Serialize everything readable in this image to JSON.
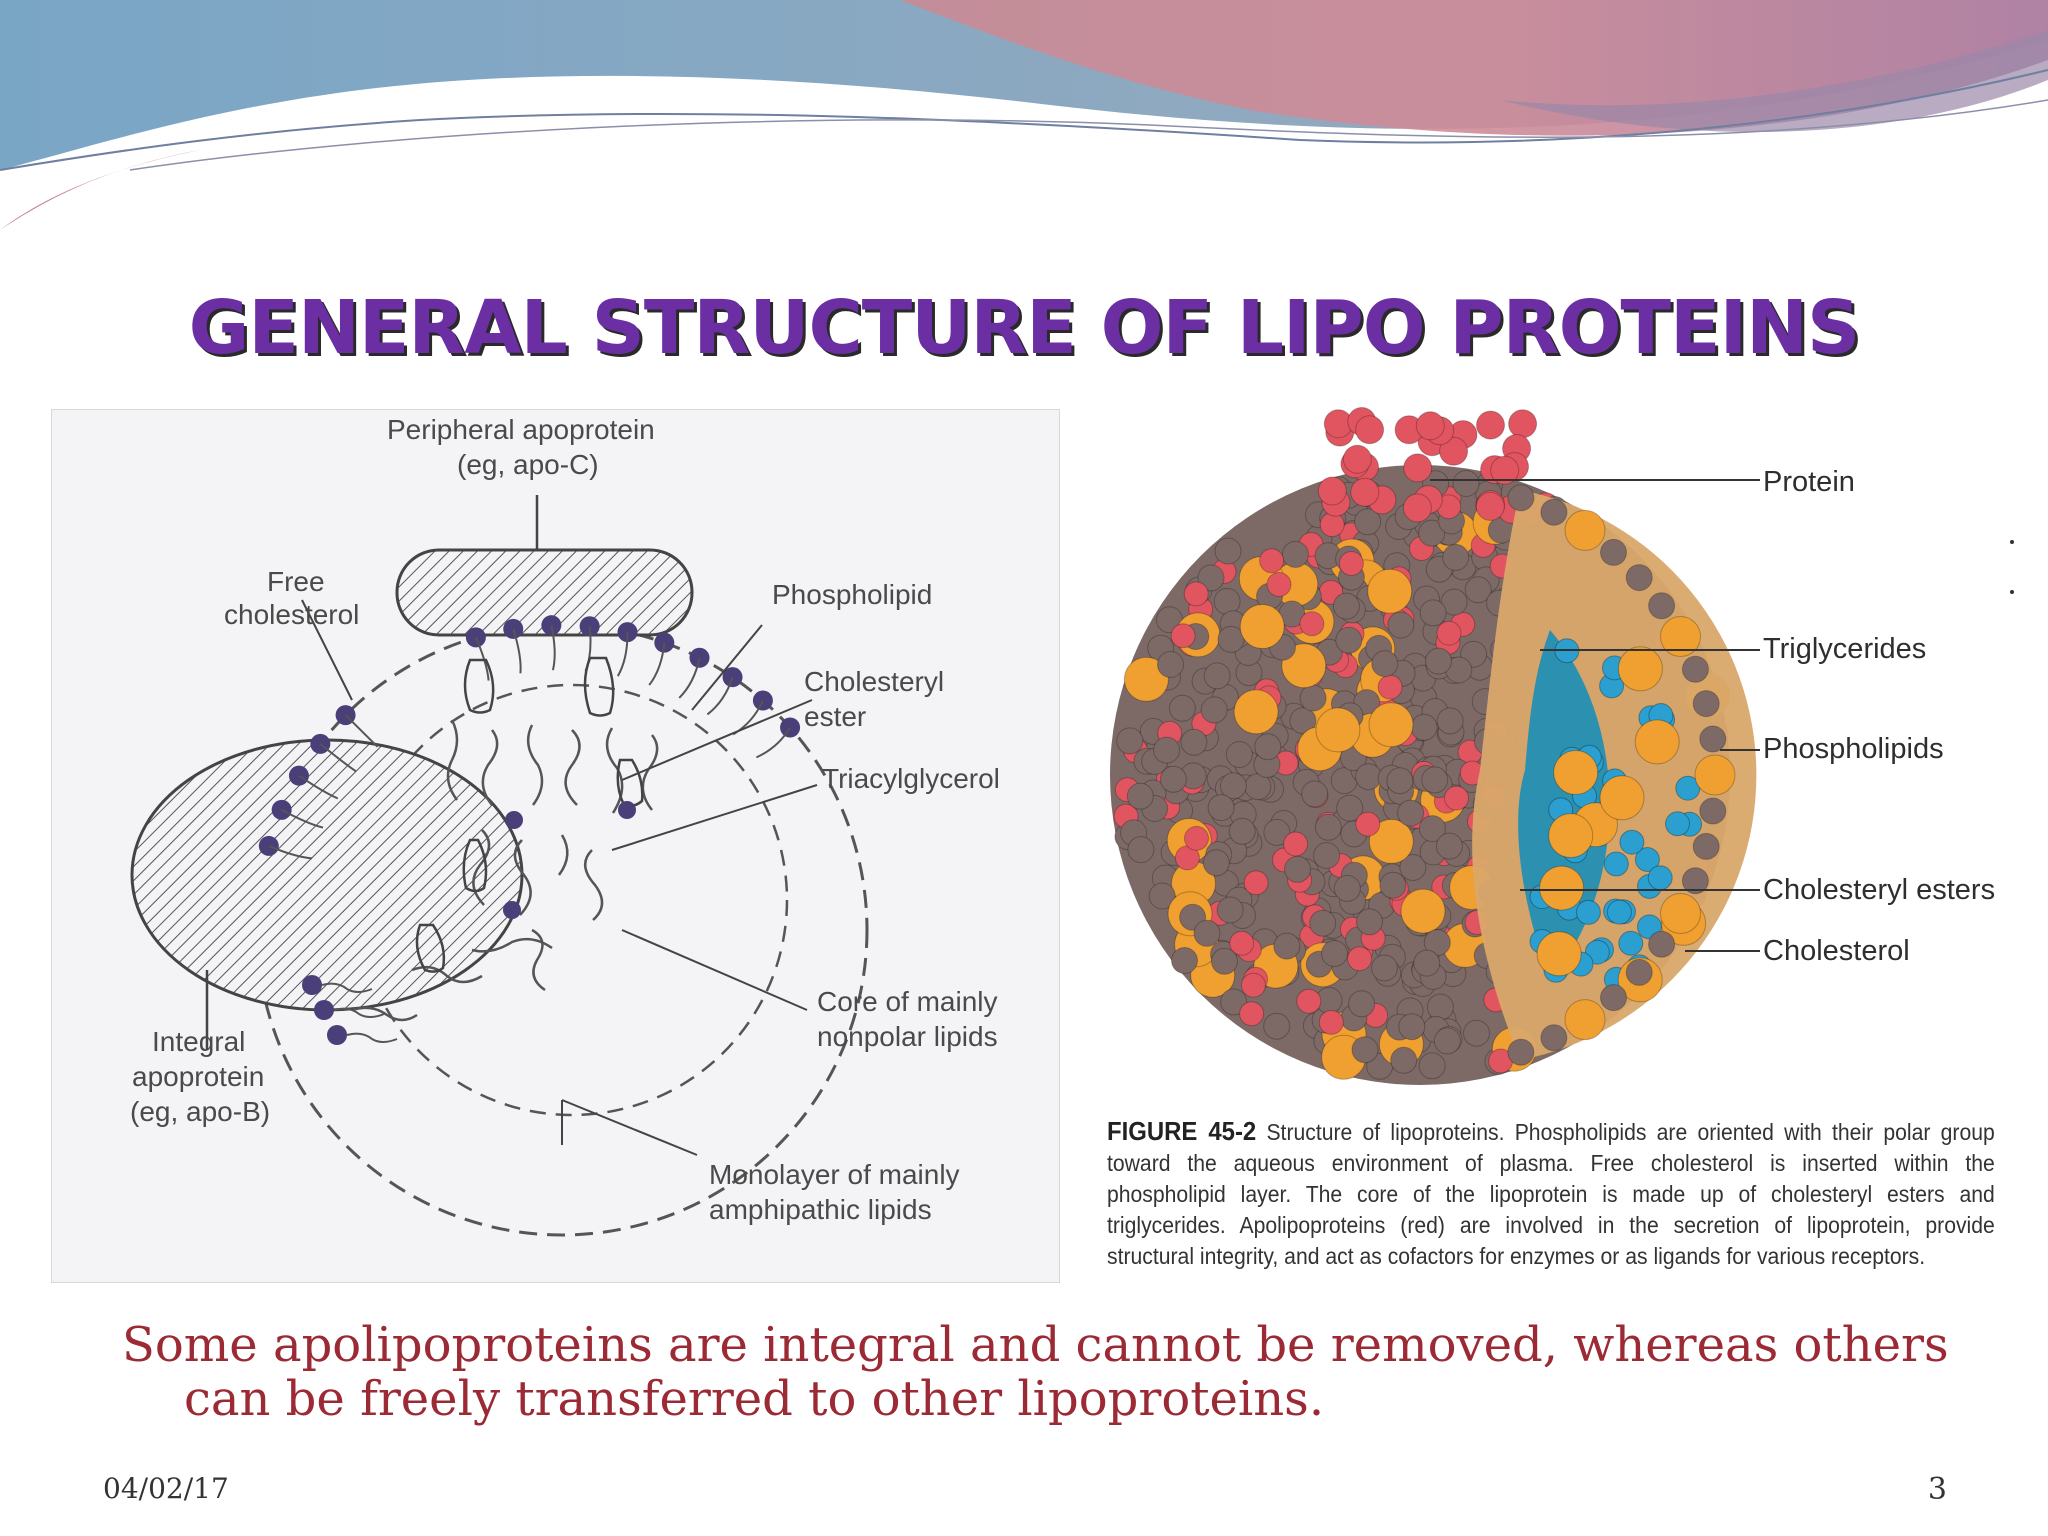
{
  "title": "GENERAL STRUCTURE OF LIPO PROTEINS",
  "left_diagram": {
    "labels": {
      "peripheral": [
        "Peripheral apoprotein",
        "(eg, apo-C)"
      ],
      "free_cholesterol": [
        "Free",
        "cholesterol"
      ],
      "phospholipid": "Phospholipid",
      "cholesteryl_ester": [
        "Cholesteryl",
        "ester"
      ],
      "triacylglycerol": "Triacylglycerol",
      "integral": [
        "Integral",
        "apoprotein",
        "(eg, apo-B)"
      ],
      "core": [
        "Core of mainly",
        "nonpolar lipids"
      ],
      "monolayer": [
        "Monolayer of mainly",
        "amphipathic lipids"
      ]
    }
  },
  "right_diagram": {
    "labels": {
      "protein": "Protein",
      "triglycerides": "Triglycerides",
      "phospholipids": "Phospholipids",
      "cholesteryl_esters": "Cholesteryl esters",
      "cholesterol": "Cholesterol"
    },
    "colors": {
      "protein": "#e05560",
      "phospholipid": "#7d6a66",
      "cholesterol": "#f0a030",
      "triglyceride": "#2a9fd0",
      "ester_band": "#d9a86a"
    },
    "caption_label": "FIGURE 45-2",
    "caption_text": " Structure of lipoproteins. Phospholipids are oriented with their polar group toward the aqueous environment of plasma. Free cholesterol is inserted within the phospholipid layer. The core of the lipoprotein is made up of cholesteryl esters and triglycerides. Apolipoproteins (red) are involved in the secretion of lipoprotein, provide structural integrity, and act as cofactors for enzymes or as ligands for various receptors."
  },
  "footnote": "Some apolipoproteins are integral and cannot be removed, whereas others can be freely transferred to other lipoproteins.",
  "footer": {
    "date": "04/02/17",
    "page": "3"
  }
}
